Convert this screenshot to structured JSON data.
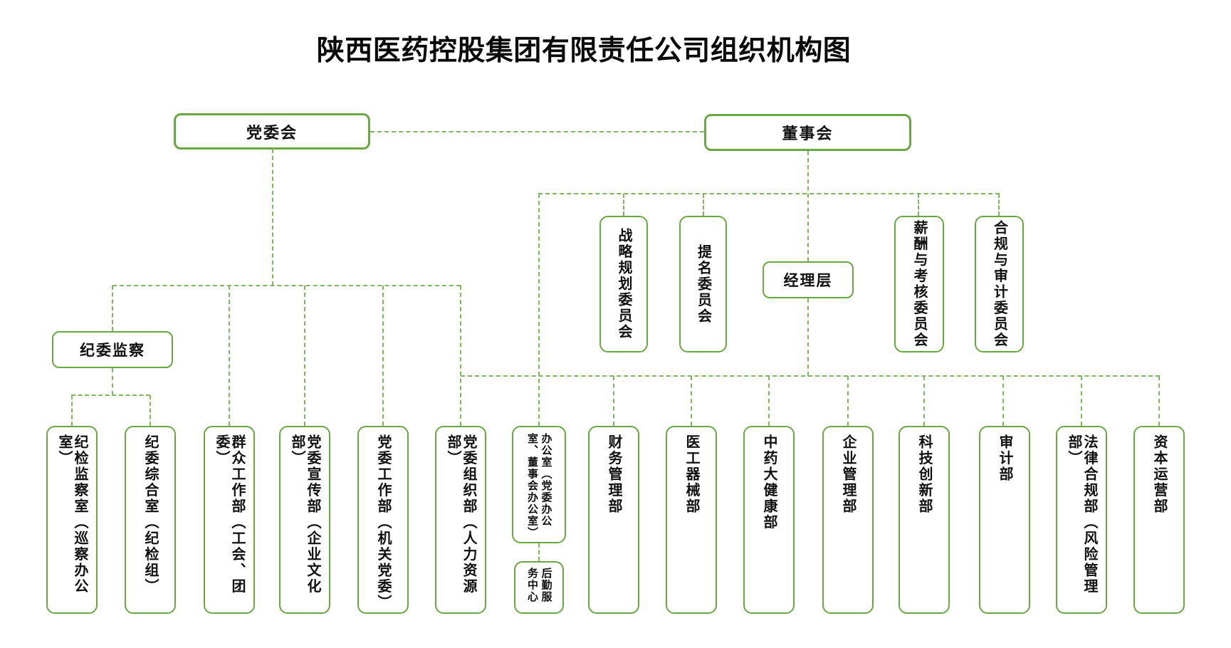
{
  "title": "陕西医药控股集团有限责任公司组织机构图",
  "colors": {
    "box_border": "#68A744",
    "connector_line": "#7CB85C",
    "text": "#111111",
    "title_text": "#0A0A0A",
    "background": "#FFFFFF"
  },
  "nodes": {
    "party_committee": "党委会",
    "board": "董事会",
    "discipline_inspection": "纪委监察",
    "management_team": "经理层",
    "board_committees": [
      "战略规划委员会",
      "提名委员会",
      "薪酬与考核委员会",
      "合规与审计委员会"
    ],
    "discipline_offices": [
      "纪检监察室（巡察办公室）",
      "纪委综合室（纪检组）"
    ],
    "party_departments": [
      "群众工作部（工会、团委）",
      "党委宣传部（企业文化部）",
      "党委工作部（机关党委）",
      "党委组织部（人力资源部）"
    ],
    "general_office": "办公室（党委办公室、董事会办公室）",
    "logistics_center": "后勤服务中心",
    "management_departments": [
      "财务管理部",
      "医工器械部",
      "中药大健康部",
      "企业管理部",
      "科技创新部",
      "审计部",
      "法律合规部（风险管理部）",
      "资本运营部"
    ]
  }
}
